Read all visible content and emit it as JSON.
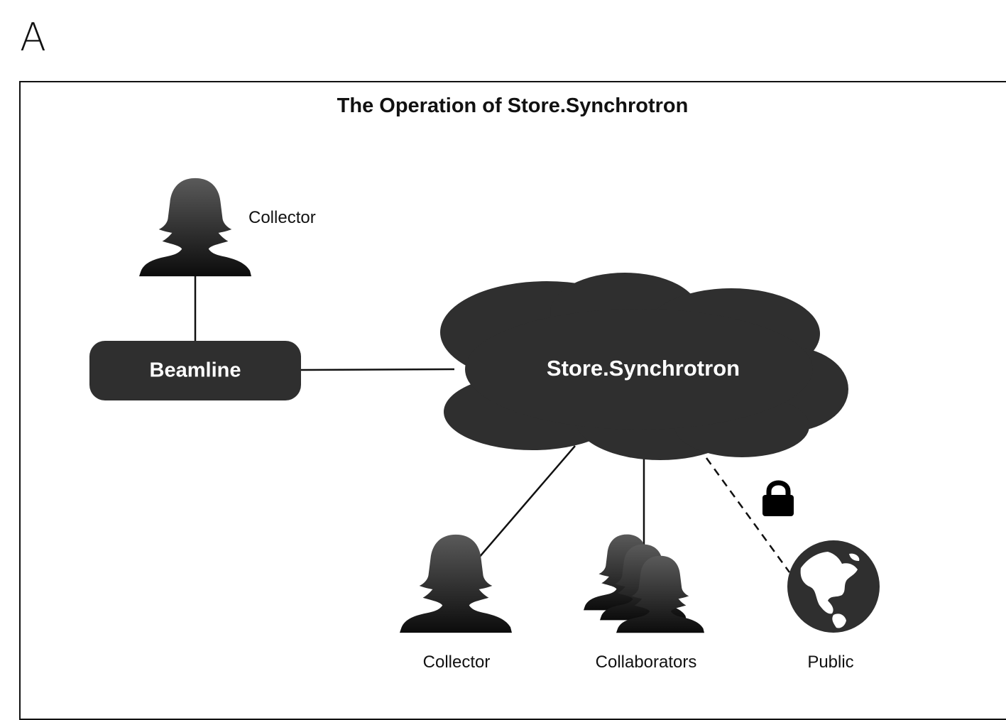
{
  "panel_label": "A",
  "title": "The Operation of Store.Synchrotron",
  "nodes": {
    "cloud": {
      "label": "Store.Synchrotron",
      "icon": "cloud-shape"
    },
    "beamline": {
      "label": "Beamline",
      "icon": "rounded-rectangle"
    },
    "collector_top": {
      "label": "Collector",
      "icon": "person-silhouette-icon"
    },
    "collector_bottom": {
      "label": "Collector",
      "icon": "person-silhouette-icon"
    },
    "collaborators": {
      "label": "Collaborators",
      "icon": "group-silhouette-icon"
    },
    "public": {
      "label": "Public",
      "icon": "globe-icon"
    }
  },
  "edges": [
    {
      "from": "collector_top",
      "to": "beamline",
      "style": "solid"
    },
    {
      "from": "beamline",
      "to": "cloud",
      "style": "solid"
    },
    {
      "from": "cloud",
      "to": "collector_bottom",
      "style": "solid"
    },
    {
      "from": "cloud",
      "to": "collaborators",
      "style": "solid"
    },
    {
      "from": "cloud",
      "to": "public",
      "style": "dashed",
      "icon": "lock-icon"
    }
  ],
  "colors": {
    "node_fill": "#2f2f2f",
    "line": "#111111",
    "node_text": "#ffffff"
  }
}
